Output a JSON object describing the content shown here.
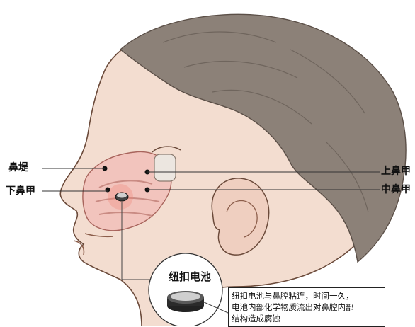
{
  "labels": {
    "left_top": "鼻堤",
    "left_bottom": "下鼻甲",
    "right_top": "上鼻甲",
    "right_bottom": "中鼻甲"
  },
  "battery": {
    "title": "纽扣电池"
  },
  "note": {
    "lines": [
      "纽扣电池与鼻腔粘连，时间一久，",
      "电池内部化学物质流出对鼻腔内部",
      "结构造成腐蚀"
    ]
  }
}
